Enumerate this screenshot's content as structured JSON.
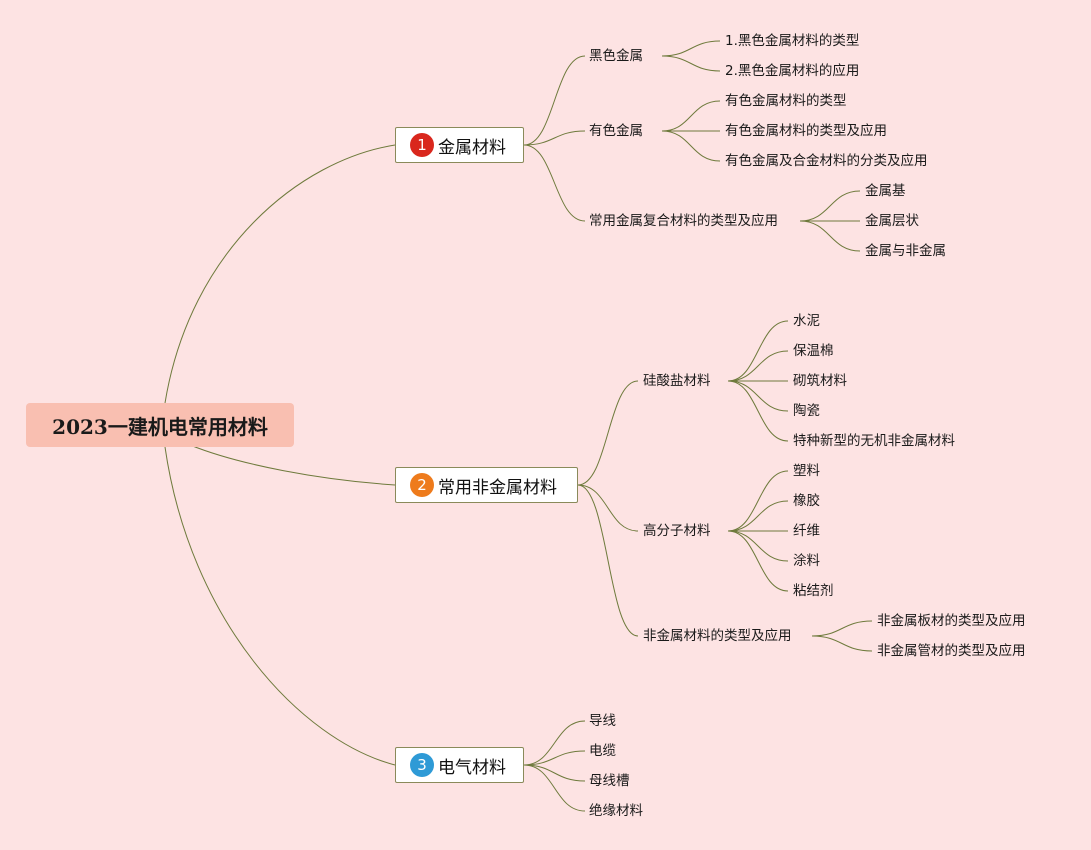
{
  "root": {
    "label": "2023一建机电常用材料"
  },
  "branches": [
    {
      "number": "1",
      "label": "金属材料",
      "color": "#d9271d",
      "children": [
        {
          "label": "黑色金属",
          "children": [
            "1.黑色金属材料的类型",
            "2.黑色金属材料的应用"
          ]
        },
        {
          "label": "有色金属",
          "children": [
            "有色金属材料的类型",
            "有色金属材料的类型及应用",
            "有色金属及合金材料的分类及应用"
          ]
        },
        {
          "label": "常用金属复合材料的类型及应用",
          "children": [
            "金属基",
            "金属层状",
            "金属与非金属"
          ]
        }
      ]
    },
    {
      "number": "2",
      "label": "常用非金属材料",
      "color": "#ee7b1c",
      "children": [
        {
          "label": "硅酸盐材料",
          "children": [
            "水泥",
            "保温棉",
            "砌筑材料",
            "陶瓷",
            "特种新型的无机非金属材料"
          ]
        },
        {
          "label": "高分子材料",
          "children": [
            "塑料",
            "橡胶",
            "纤维",
            "涂料",
            "粘结剂"
          ]
        },
        {
          "label": "非金属材料的类型及应用",
          "children": [
            "非金属板材的类型及应用",
            "非金属管材的类型及应用"
          ]
        }
      ]
    },
    {
      "number": "3",
      "label": "电气材料",
      "color": "#2e9ad6",
      "children": [
        {
          "label": "导线",
          "children": []
        },
        {
          "label": "电缆",
          "children": []
        },
        {
          "label": "母线槽",
          "children": []
        },
        {
          "label": "绝缘材料",
          "children": []
        }
      ]
    }
  ]
}
